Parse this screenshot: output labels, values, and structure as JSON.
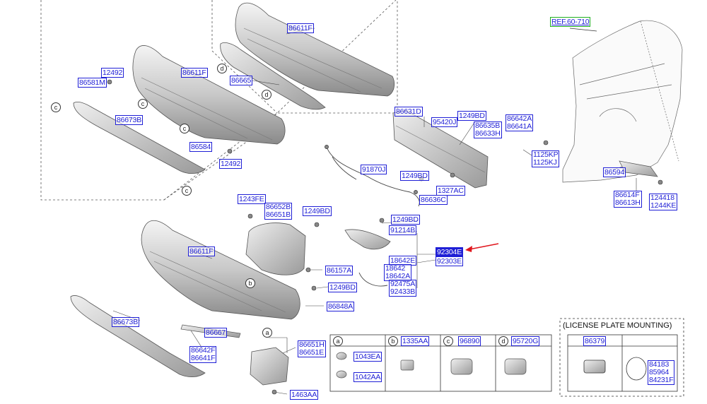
{
  "ref_label": "REF.60-710",
  "caption_license": "(LICENSE PLATE MOUNTING)",
  "parts": {
    "p86611F_top": "86611F",
    "p86665": "86665",
    "p12492_a": "12492",
    "p86581M": "86581M",
    "p86611F_mid": "86611F",
    "p86673B_top": "86673B",
    "p86584": "86584",
    "p12492_b": "12492",
    "p86631D": "86631D",
    "p95420J": "95420J",
    "p1249BD_a": "1249BD",
    "p86635B": "86635B",
    "p86633H": "86633H",
    "p86642A": "86642A",
    "p86641A": "86641A",
    "p1125KP": "1125KP",
    "p1125KJ": "1125KJ",
    "p91870J": "91870J",
    "p1249BD_b": "1249BD",
    "p1327AC": "1327AC",
    "p86636C": "86636C",
    "p86594": "86594",
    "p86614F": "86614F",
    "p86613H": "86613H",
    "p124418": "124418",
    "p1244KE": "1244KE",
    "p1243FE": "1243FE",
    "p86652B": "86652B",
    "p86651B": "86651B",
    "p1249BD_c": "1249BD",
    "p1249BD_d": "1249BD",
    "p91214B": "91214B",
    "p86611F_main": "86611F",
    "p92304E": "92304E",
    "p92303E": "92303E",
    "p18642E": "18642E",
    "p18642": "18642",
    "p18642A": "18642A",
    "p92475A": "92475A",
    "p92433B": "92433B",
    "p86157A": "86157A",
    "p1249BD_e": "1249BD",
    "p86848A": "86848A",
    "p86673B_main": "86673B",
    "p86667": "86667",
    "p86642F": "86642F",
    "p86641F": "86641F",
    "p86651H": "86651H",
    "p86651E": "86651E",
    "p1463AA": "1463AA",
    "p1335AA": "1335AA",
    "p1043EA": "1043EA",
    "p1042AA": "1042AA",
    "p96890": "96890",
    "p95720G": "95720G",
    "p86379": "86379",
    "p84183": "84183",
    "p85964": "85964",
    "p84231F": "84231F"
  },
  "letters": {
    "a": "a",
    "b": "b",
    "c": "c",
    "d": "d"
  },
  "colors": {
    "label": "#1f1fd6",
    "highlight": "#1f1fd6",
    "arrow": "#e0161d",
    "ref_border": "#1fb01f"
  }
}
